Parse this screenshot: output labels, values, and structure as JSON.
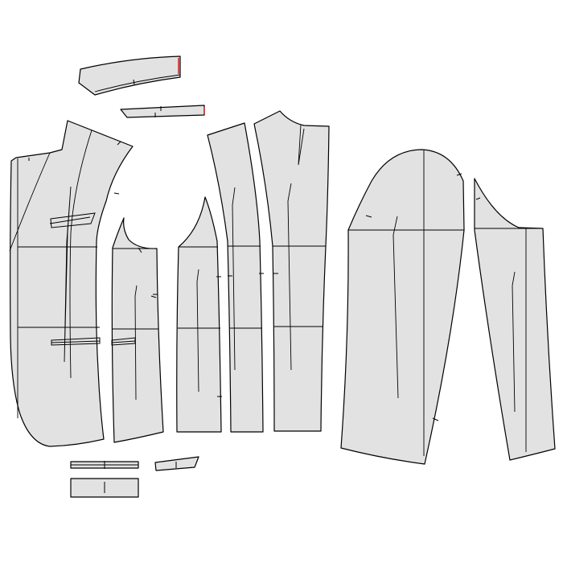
{
  "pattern": {
    "pieces": [
      {
        "name": "collar"
      },
      {
        "name": "collar-stand"
      },
      {
        "name": "front-panel"
      },
      {
        "name": "side-panel"
      },
      {
        "name": "side-back-panel"
      },
      {
        "name": "back-panel"
      },
      {
        "name": "center-back-panel"
      },
      {
        "name": "top-sleeve"
      },
      {
        "name": "under-sleeve"
      },
      {
        "name": "welt-strip"
      },
      {
        "name": "breast-welt"
      },
      {
        "name": "pocket-flap"
      }
    ],
    "colors": {
      "fill": "#e2e2e2",
      "stroke": "#000000",
      "highlight": "#d01818",
      "background": "#ffffff"
    }
  }
}
